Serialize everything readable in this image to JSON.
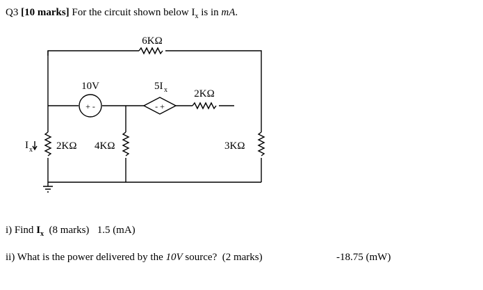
{
  "question": {
    "number": "Q3",
    "marks": "[10 marks]",
    "text_before": " For the circuit shown below I",
    "sub": "x",
    "text_after": " is in ",
    "unit": "mA",
    "period": "."
  },
  "circuit": {
    "r_top": "6KΩ",
    "source_v": "10V",
    "source_v_polarity": "+ -",
    "dep_source": "5I",
    "dep_source_sub": "x",
    "dep_source_polarity": "- +",
    "r_mid": "2KΩ",
    "current_label": "I",
    "current_label_sub": "x",
    "r_left": "2KΩ",
    "r_center": "4KΩ",
    "r_right": "3KΩ"
  },
  "parts": [
    {
      "prefix": "i) Find ",
      "var": "I",
      "var_sub": "x",
      "marks": "(8 marks)",
      "answer": "1.5 (mA)"
    },
    {
      "prefix": "ii) What is the power delivered by the ",
      "var": "10V",
      "suffix": " source?",
      "marks": "(2 marks)",
      "answer": "-18.75 (mW)"
    }
  ]
}
